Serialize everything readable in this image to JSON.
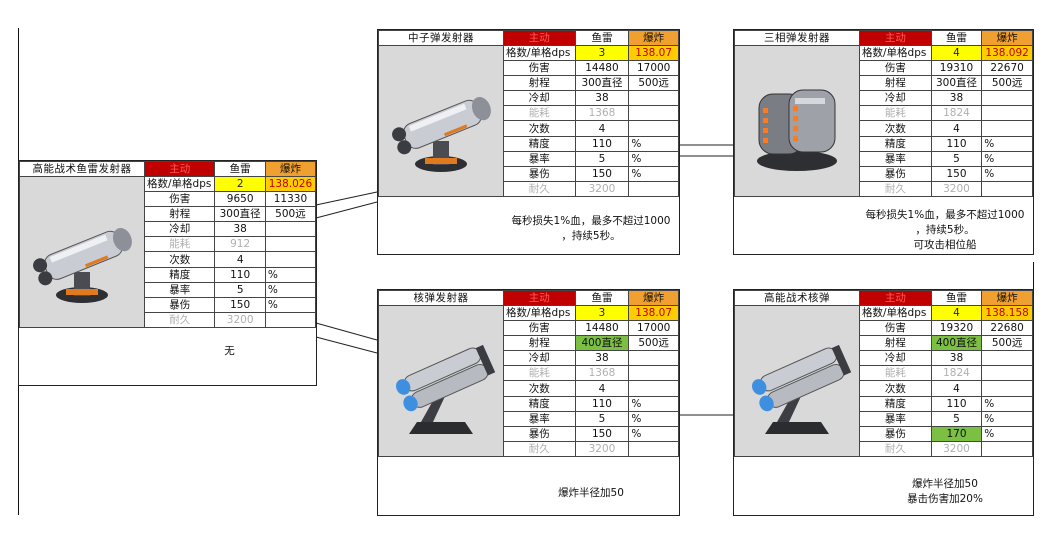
{
  "labels": {
    "main": "主动",
    "fish": "鱼雷",
    "burst": "爆炸",
    "dps_label": "格数/单格dps",
    "damage": "伤害",
    "range": "射程",
    "cooldown": "冷却",
    "energy": "能耗",
    "count": "次数",
    "accuracy": "精度",
    "crit_rate": "暴率",
    "crit_dmg": "暴伤",
    "durability": "耐久",
    "percent": "%"
  },
  "weapons": [
    {
      "id": "high-energy-torpedo",
      "name": "高能战术鱼雷发射器",
      "cells": 2,
      "dps": "138.026",
      "damage": 9650,
      "damage_burst": 11330,
      "range": "300直径",
      "range_burst": "500远",
      "cooldown": 38,
      "energy": 912,
      "count": 4,
      "accuracy": 110,
      "crit_rate": 5,
      "crit_dmg": 150,
      "durability": 3200,
      "note": [
        "无"
      ]
    },
    {
      "id": "neutron-launcher",
      "name": "中子弹发射器",
      "cells": 3,
      "dps": "138.07",
      "damage": 14480,
      "damage_burst": 17000,
      "range": "300直径",
      "range_burst": "500远",
      "cooldown": 38,
      "energy": 1368,
      "count": 4,
      "accuracy": 110,
      "crit_rate": 5,
      "crit_dmg": 150,
      "durability": 3200,
      "note": [
        "每秒损失1%血，最多不超过1000",
        "，持续5秒。"
      ]
    },
    {
      "id": "triphase-launcher",
      "name": "三相弹发射器",
      "cells": 4,
      "dps": "138.092",
      "damage": 19310,
      "damage_burst": 22670,
      "range": "300直径",
      "range_burst": "500远",
      "cooldown": 38,
      "energy": 1824,
      "count": 4,
      "accuracy": 110,
      "crit_rate": 5,
      "crit_dmg": 150,
      "durability": 3200,
      "note": [
        "每秒损失1%血，最多不超过1000",
        "，持续5秒。",
        "可攻击相位船"
      ]
    },
    {
      "id": "nuke-launcher",
      "name": "核弹发射器",
      "cells": 3,
      "dps": "138.07",
      "damage": 14480,
      "damage_burst": 17000,
      "range": "400直径",
      "range_burst": "500远",
      "cooldown": 38,
      "energy": 1368,
      "count": 4,
      "accuracy": 110,
      "crit_rate": 5,
      "crit_dmg": 150,
      "durability": 3200,
      "note": [
        "爆炸半径加50"
      ]
    },
    {
      "id": "high-energy-nuke",
      "name": "高能战术核弹",
      "cells": 4,
      "dps": "138.158",
      "damage": 19320,
      "damage_burst": 22680,
      "range": "400直径",
      "range_burst": "500远",
      "cooldown": 38,
      "energy": 1824,
      "count": 4,
      "accuracy": 110,
      "crit_rate": 5,
      "crit_dmg": 170,
      "durability": 3200,
      "note": [
        "爆炸半径加50",
        "暴击伤害加20%"
      ]
    }
  ]
}
